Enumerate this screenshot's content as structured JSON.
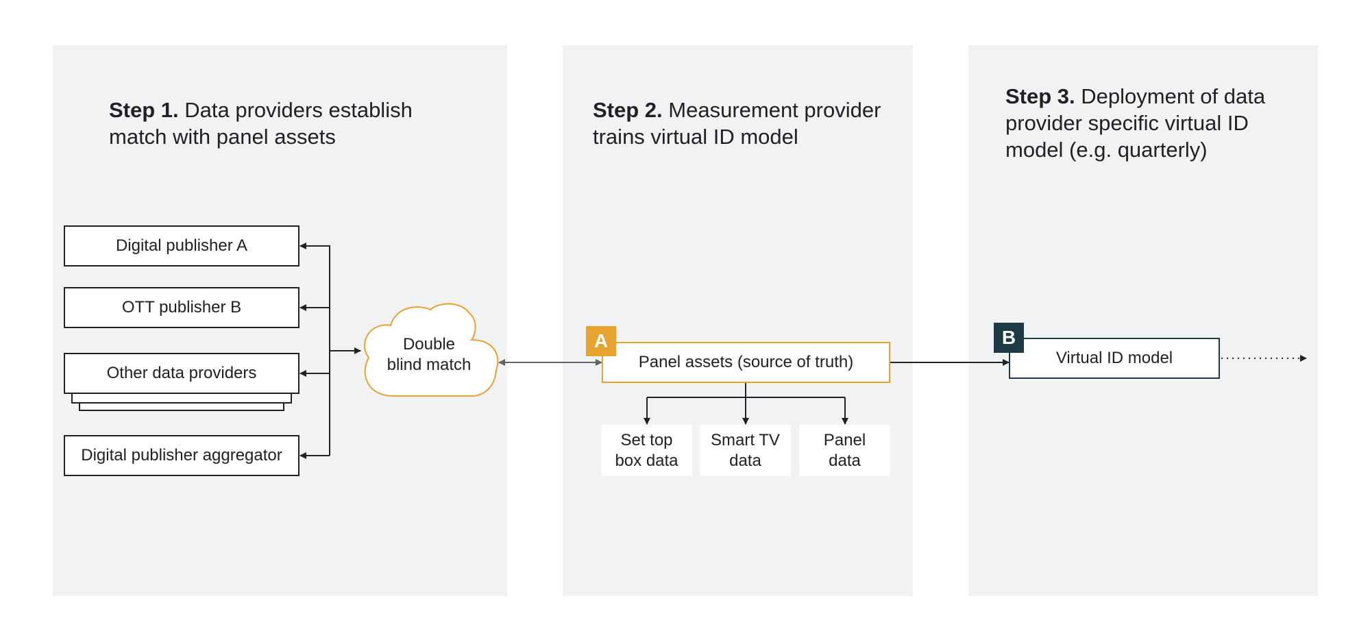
{
  "steps": [
    {
      "label": "Step 1.",
      "text": " Data providers establish match with panel assets"
    },
    {
      "label": "Step 2.",
      "text": " Measurement provider trains virtual ID model"
    },
    {
      "label": "Step 3.",
      "text": " Deployment of data provider specific virtual ID model (e.g. quarterly)"
    }
  ],
  "providers": [
    "Digital publisher A",
    "OTT publisher B",
    "Other data providers",
    "Digital publisher aggregator"
  ],
  "cloud": {
    "line1": "Double",
    "line2": "blind match"
  },
  "panel_assets": {
    "badge": "A",
    "label": "Panel assets (source of truth)",
    "color": "#e8a32e"
  },
  "sources": [
    {
      "line1": "Set top",
      "line2": "box data"
    },
    {
      "line1": "Smart TV",
      "line2": "data"
    },
    {
      "line1": "Panel",
      "line2": "data"
    }
  ],
  "virtual_model": {
    "badge": "B",
    "label": "Virtual ID model",
    "color": "#1e3a45"
  }
}
